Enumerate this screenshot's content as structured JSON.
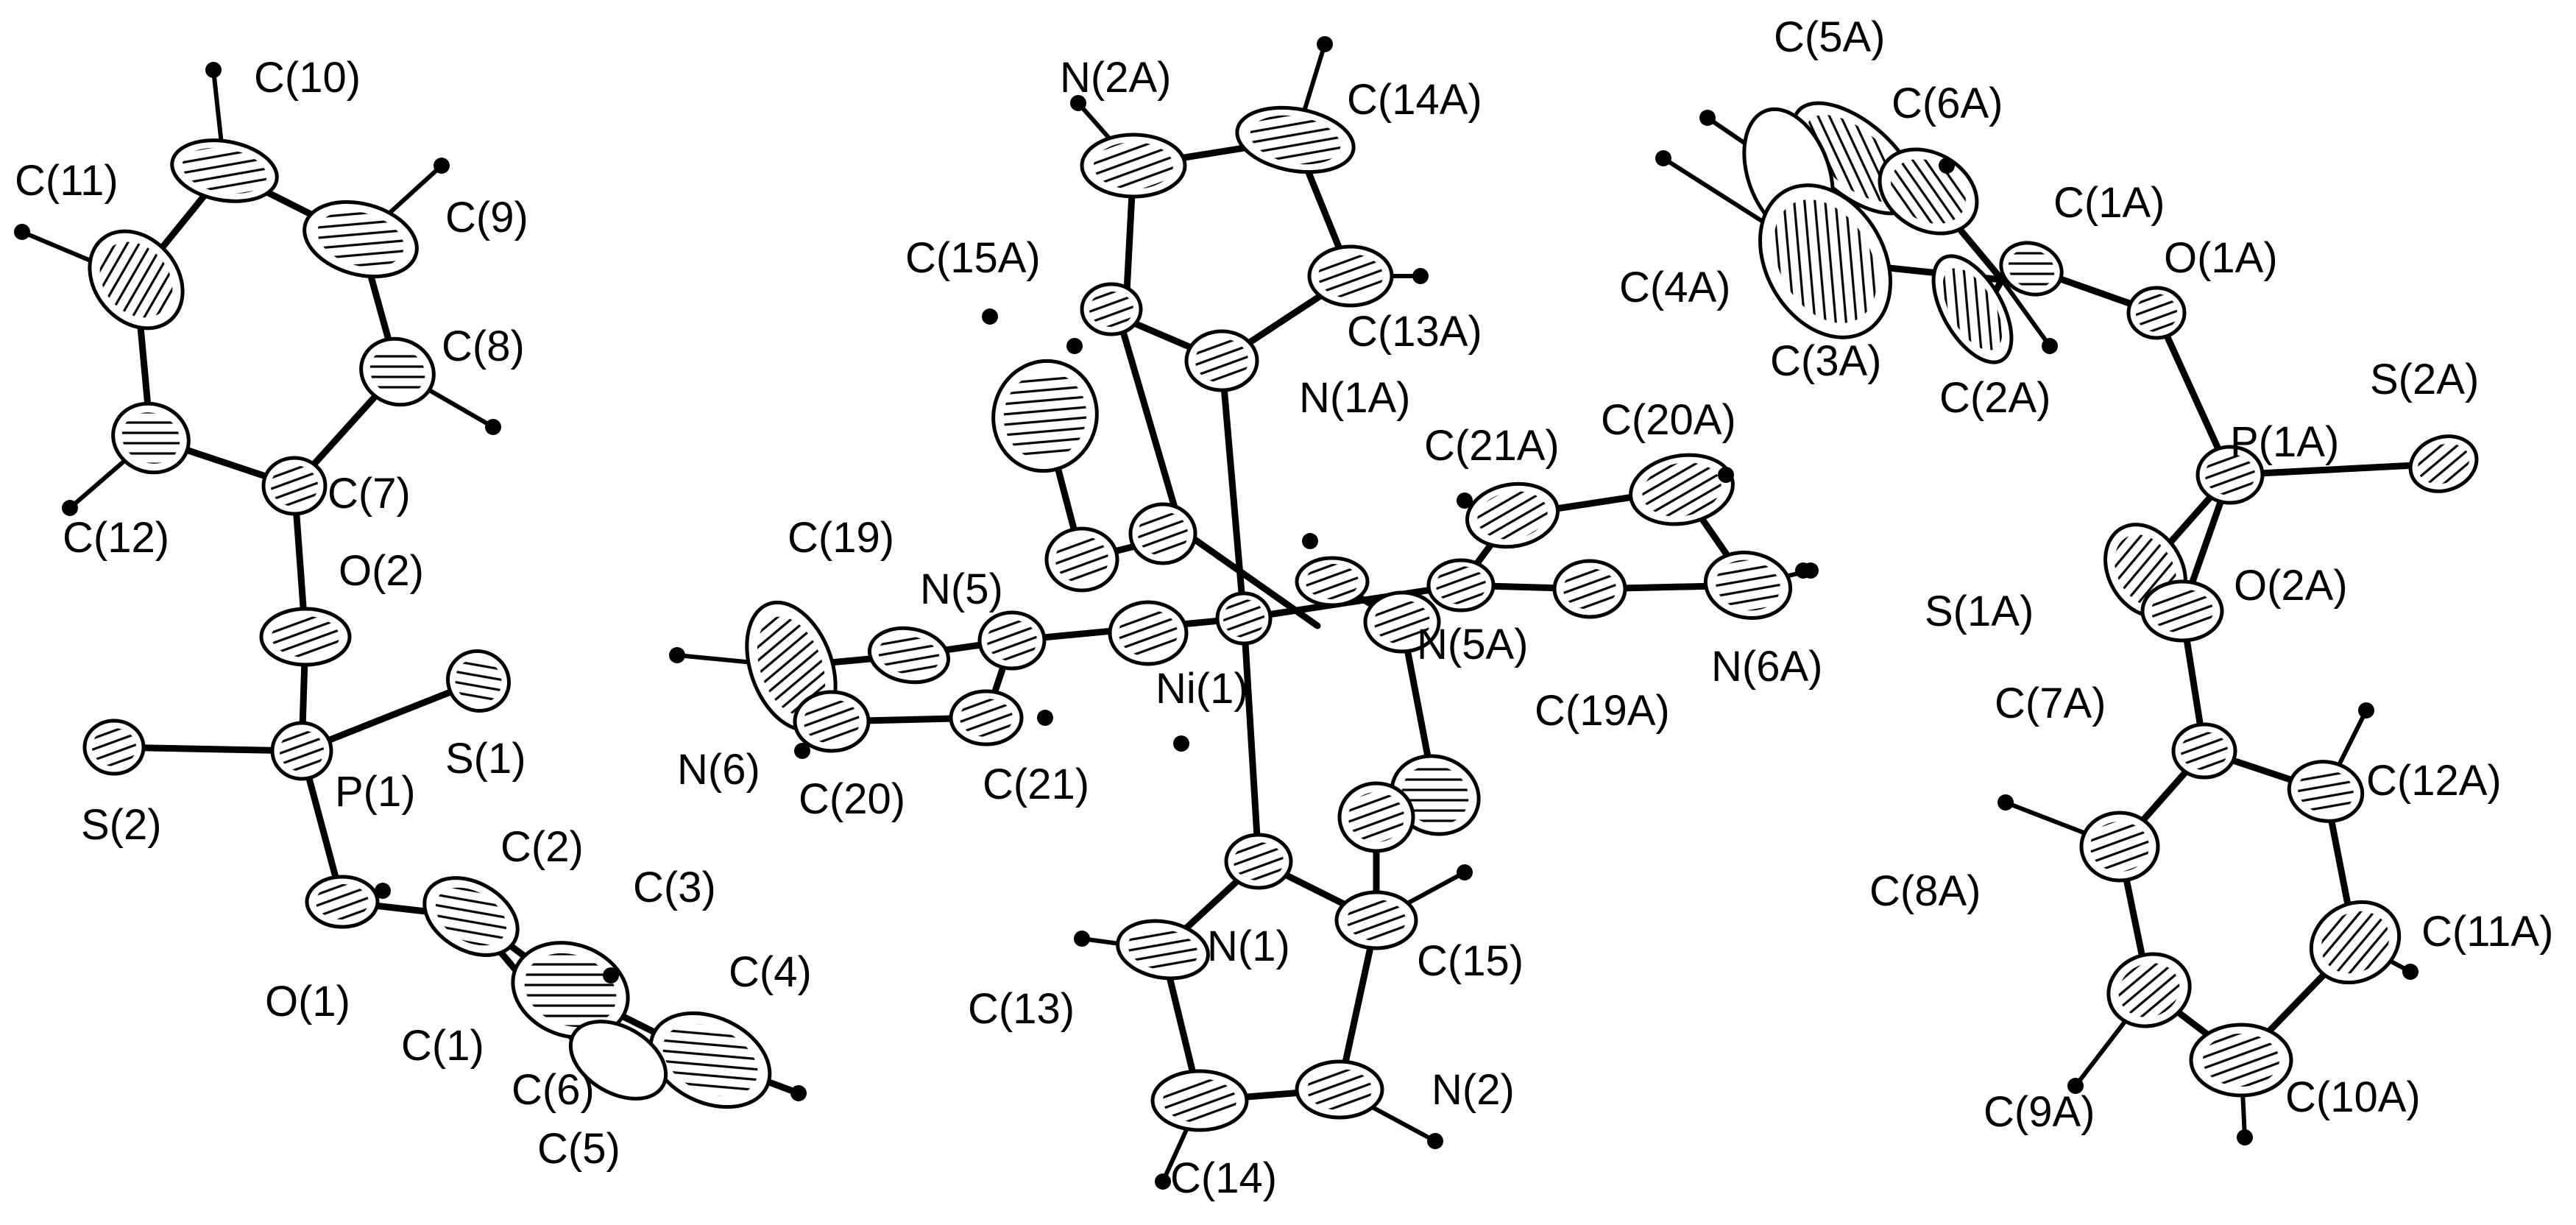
{
  "atom_labels": {
    "C10": "C(10)",
    "C11": "C(11)",
    "C9": "C(9)",
    "C8": "C(8)",
    "C7": "C(7)",
    "C12": "C(12)",
    "O2": "O(2)",
    "S1": "S(1)",
    "S2": "S(2)",
    "P1": "P(1)",
    "O1": "O(1)",
    "C1": "C(1)",
    "C2": "C(2)",
    "C3": "C(3)",
    "C4": "C(4)",
    "C5": "C(5)",
    "C6": "C(6)",
    "N2A": "N(2A)",
    "C14A": "C(14A)",
    "C15A": "C(15A)",
    "C13A": "C(13A)",
    "N1A": "N(1A)",
    "C19": "C(19)",
    "N5": "N(5)",
    "N6": "N(6)",
    "C20": "C(20)",
    "C21": "C(21)",
    "Ni1": "Ni(1)",
    "C21A": "C(21A)",
    "C20A": "C(20A)",
    "N5A": "N(5A)",
    "C19A": "C(19A)",
    "N6A": "N(6A)",
    "N1": "N(1)",
    "C15": "C(15)",
    "C13": "C(13)",
    "C14": "C(14)",
    "N2": "N(2)",
    "C5A": "C(5A)",
    "C6A": "C(6A)",
    "C1A": "C(1A)",
    "O1A": "O(1A)",
    "C4A": "C(4A)",
    "C3A": "C(3A)",
    "C2A": "C(2A)",
    "P1A": "P(1A)",
    "S2A": "S(2A)",
    "S1A": "S(1A)",
    "O2A": "O(2A)",
    "C7A": "C(7A)",
    "C12A": "C(12A)",
    "C8A": "C(8A)",
    "C11A": "C(11A)",
    "C9A": "C(9A)",
    "C10A": "C(10A)"
  }
}
